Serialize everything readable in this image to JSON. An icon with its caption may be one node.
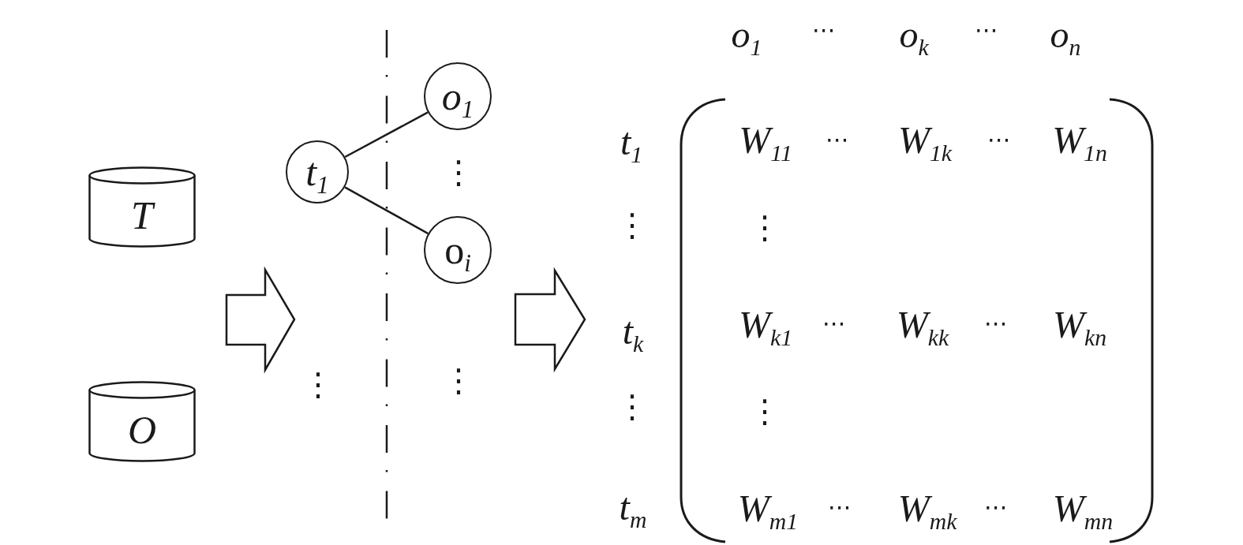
{
  "diagram": {
    "nodes": [
      {
        "text": [
          "T"
        ]
      },
      {
        "text": [
          "O"
        ]
      },
      {
        "text": [
          "*t*$_{1}$"
        ]
      },
      {
        "text": [
          "*o*$_{1}$"
        ]
      },
      {
        "text": [
          "o$_{i}$"
        ]
      }
    ],
    "edges": [
      {
        "from": 2,
        "to": 3,
        "arrow": "none"
      },
      {
        "from": 2,
        "to": 4,
        "arrow": "none"
      }
    ],
    "labels": [
      "⋮",
      "⋮",
      "⋮",
      "*o*$_{1}$",
      "⋯",
      "*o*$_{k}$",
      "⋯",
      "*o*$_{n}$",
      "*t*$_{1}$",
      "*W*$_{11}$",
      "⋯",
      "*W*$_{1k}$",
      "⋯",
      "*W*$_{1n}$",
      "⋮",
      "⋮",
      "*t*$_{k}$",
      "*W*$_{k1}$",
      "⋯",
      "*W*$_{kk}$",
      "⋯",
      "*W*$_{kn}$",
      "⋮",
      "⋮",
      "*t*$_{m}$",
      "*W*$_{m1}$",
      "⋯",
      "*W*$_{mk}$",
      "⋯",
      "*W*$_{mn}$"
    ]
  }
}
